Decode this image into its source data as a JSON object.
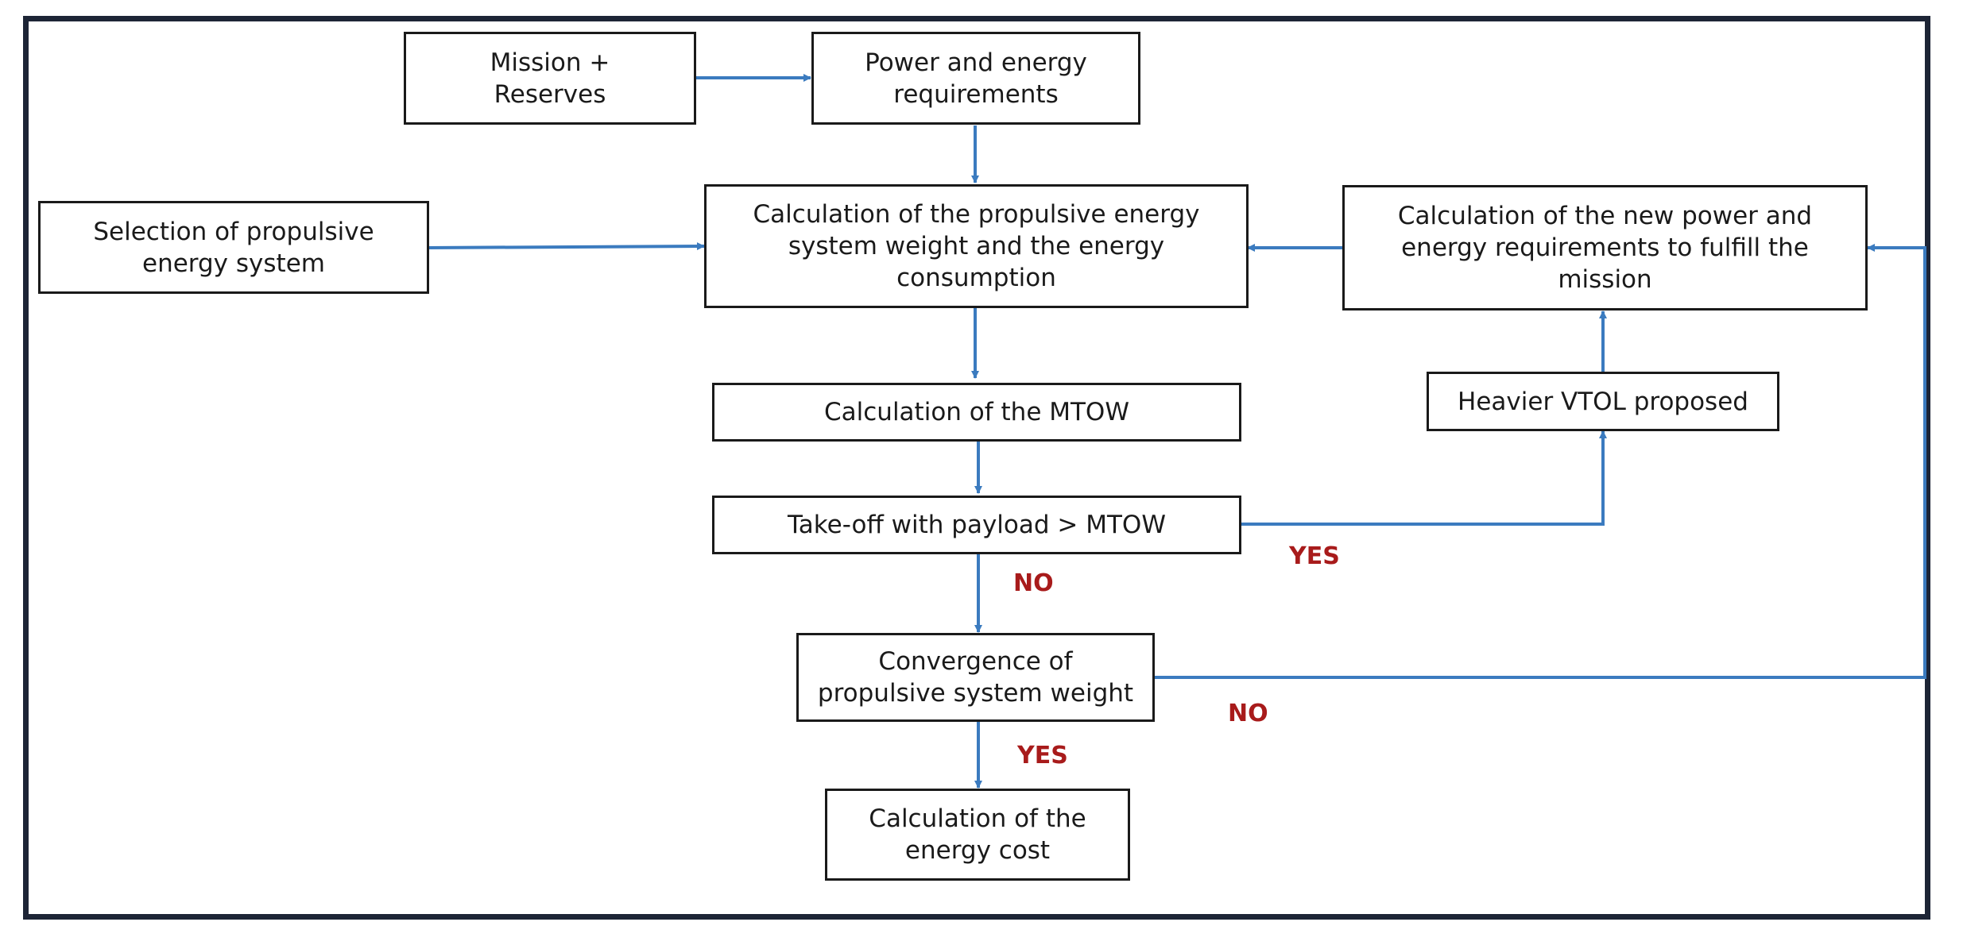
{
  "colors": {
    "frame": "#1d2536",
    "arrow": "#3b7bbf",
    "box_border": "#1a1a1a",
    "label": "#a81b1b"
  },
  "nodes": {
    "mission": "Mission +\nReserves",
    "requirements": "Power and energy\nrequirements",
    "selection": "Selection of propulsive\nenergy system",
    "calc_weight": "Calculation of the propulsive energy\nsystem weight and the energy\nconsumption",
    "calc_new": "Calculation of the new power and\nenergy requirements to fulfill the\nmission",
    "calc_mtow": "Calculation of the MTOW",
    "heavier": "Heavier VTOL proposed",
    "takeoff": "Take-off with payload > MTOW",
    "convergence": "Convergence of\npropulsive system weight",
    "energy_cost": "Calculation of the\nenergy cost"
  },
  "labels": {
    "takeoff_yes": "YES",
    "takeoff_no": "NO",
    "convergence_no": "NO",
    "convergence_yes": "YES"
  }
}
